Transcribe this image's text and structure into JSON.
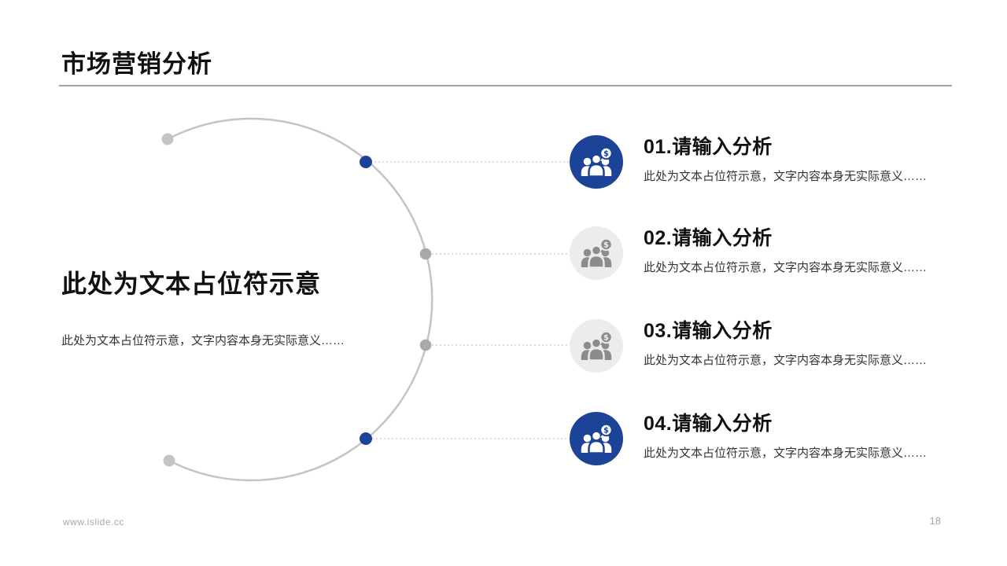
{
  "slide": {
    "title": "市场营销分析",
    "website": "www.islide.cc",
    "page_number": "18"
  },
  "left_panel": {
    "heading": "此处为文本占位符示意",
    "description": "此处为文本占位符示意，文字内容本身无实际意义……"
  },
  "items": [
    {
      "title": "01.请输入分析",
      "description": "此处为文本占位符示意，文字内容本身无实际意义……",
      "variant": "blue",
      "icon": "people-dollar-icon",
      "dollar_symbol": "$"
    },
    {
      "title": "02.请输入分析",
      "description": "此处为文本占位符示意，文字内容本身无实际意义……",
      "variant": "gray",
      "icon": "people-dollar-icon",
      "dollar_symbol": "$"
    },
    {
      "title": "03.请输入分析",
      "description": "此处为文本占位符示意，文字内容本身无实际意义……",
      "variant": "gray",
      "icon": "people-dollar-icon",
      "dollar_symbol": "$"
    },
    {
      "title": "04.请输入分析",
      "description": "此处为文本占位符示意，文字内容本身无实际意义……",
      "variant": "blue",
      "icon": "people-dollar-icon",
      "dollar_symbol": "$"
    }
  ],
  "colors": {
    "accent": "#1d4399",
    "icon_bg_gray": "#ececec",
    "icon_glyph_gray": "#8c8c8c",
    "arc_line": "#c4c4c4",
    "dot_gray": "#a9a9a9",
    "connector": "#b8b8b8",
    "text_primary": "#111111",
    "text_secondary": "#333333",
    "text_muted": "#a6a6a6",
    "divider": "#a3a3a3"
  }
}
